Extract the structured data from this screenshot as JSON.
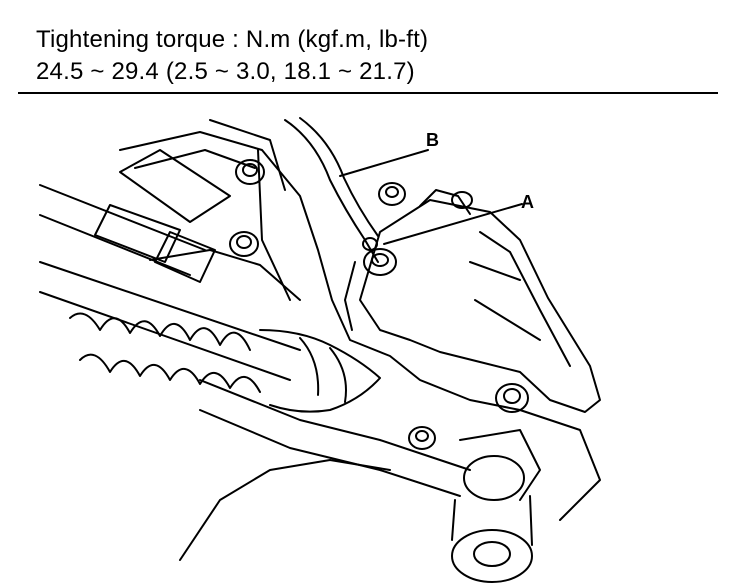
{
  "spec": {
    "line1": "Tightening torque : N.m (kgf.m, lb-ft)",
    "line2": "24.5 ~ 29.4 (2.5 ~ 3.0, 18.1 ~ 21.7)"
  },
  "callouts": {
    "a": "A",
    "b": "B"
  },
  "colors": {
    "ink": "#000000",
    "paper": "#ffffff"
  }
}
